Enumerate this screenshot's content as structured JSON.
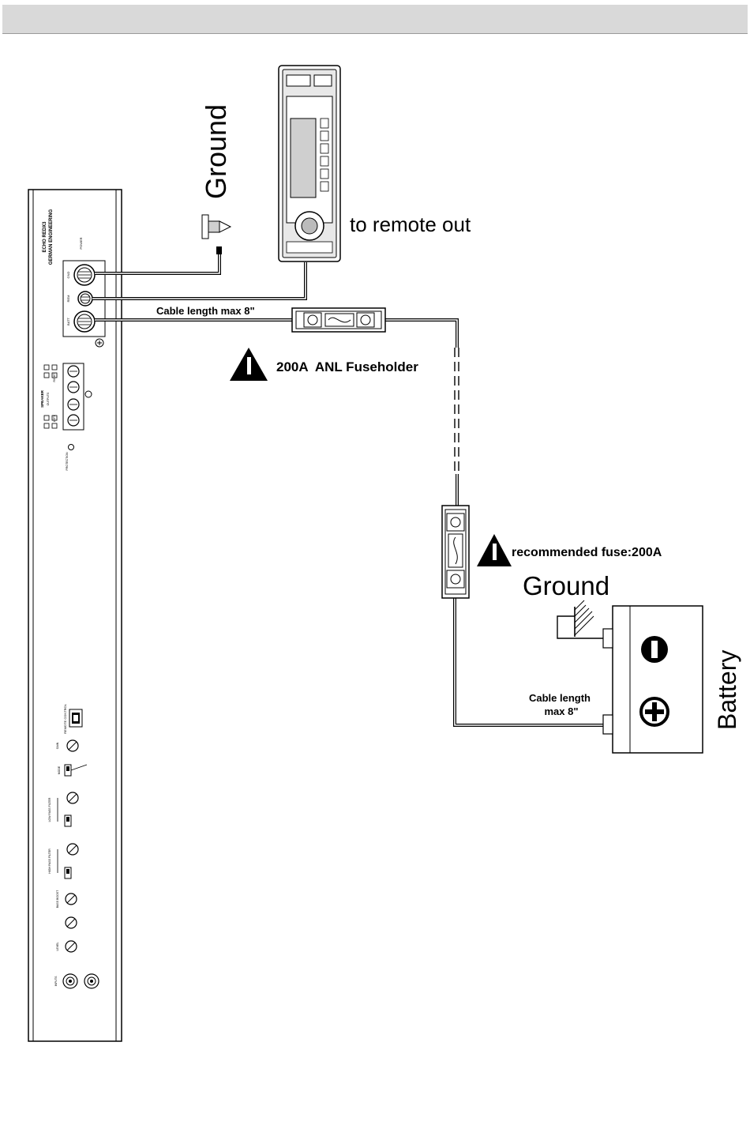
{
  "labels": {
    "ground_top": "Ground",
    "remote_out": "to remote out",
    "cable_length_top": "Cable length max 8\"",
    "fuseholder": "200A  ANL Fuseholder",
    "recommended_fuse": "recommended fuse:200A",
    "ground_battery": "Ground",
    "battery": "Battery",
    "cable_length_bottom_1": "Cable length",
    "cable_length_bottom_2": "max 8\""
  },
  "amp_panel": {
    "brand_1": "ECHO REDX3",
    "brand_2": "GERMAN ENGINEERING",
    "power": "POWER",
    "gnd": "GND",
    "rem": "REM",
    "batt": "BATT",
    "speaker": "SPEAKER",
    "outputs": "OUTPUTS",
    "left": "LEFT",
    "right": "RIGHT",
    "protection": "PROTECTION",
    "remote_control": "REMOTE CONTROL",
    "mode": "MODE",
    "low_pass_filter": "LOW PASS FILTER",
    "high_pass_filter": "HIGH PASS FILTER",
    "bass_boost": "BASS BOOST",
    "input_level": "LEVEL",
    "input": "INPUTS"
  }
}
